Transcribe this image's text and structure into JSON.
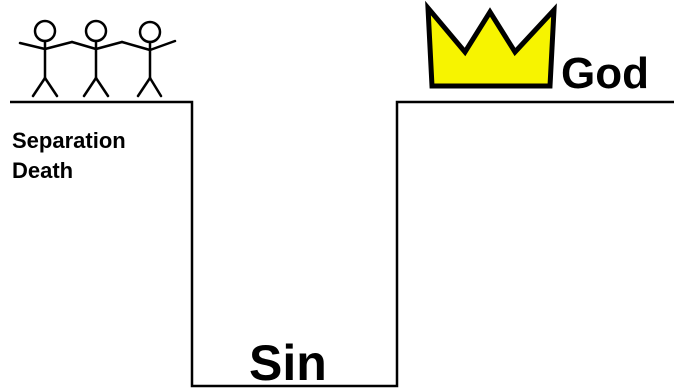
{
  "left_labels": {
    "line1": "Separation",
    "line2": "Death"
  },
  "god_label": "God",
  "gap_label": "Sin",
  "people": {
    "icon": "stick-figure-icon",
    "count": 3
  },
  "crown": {
    "icon": "crown-icon",
    "fill_color": "#f7f400",
    "stroke_color": "#000000"
  },
  "colors": {
    "line": "#000000",
    "background": "#ffffff"
  }
}
